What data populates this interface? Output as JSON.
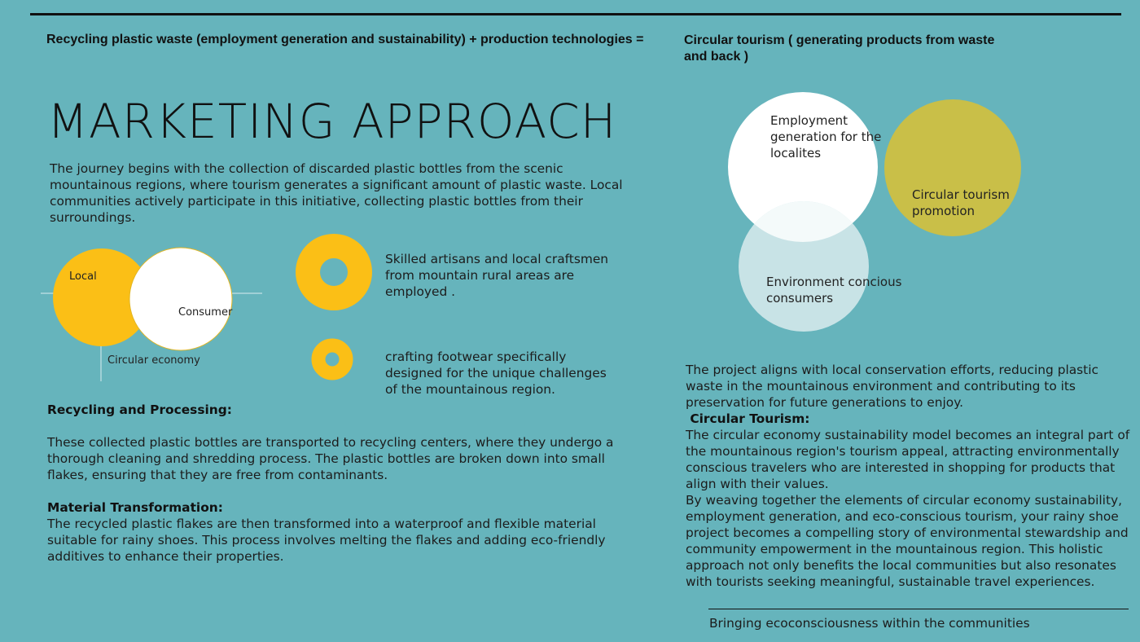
{
  "banner": {
    "left": "Recycling plastic waste (employment generation and sustainability) + production technologies =",
    "right_line1": "Circular tourism ( generating products from waste",
    "right_line2": "and back )"
  },
  "title": "MARKETING APPROACH",
  "intro": "The journey begins with the collection of discarded plastic bottles from the scenic mountainous regions, where tourism generates a significant amount of plastic waste. Local communities actively participate in this initiative, collecting plastic bottles from their surroundings.",
  "small_venn": {
    "local_label": "Local",
    "consumer_label": "Consumer",
    "economy_label": "Circular economy"
  },
  "rings": [
    {
      "text": "Skilled artisans and local craftsmen from mountain rural areas are employed ."
    },
    {
      "text": "crafting footwear specifically designed for the unique challenges of the mountainous region."
    }
  ],
  "recycling": {
    "heading": "Recycling and Processing:",
    "text": "These collected plastic bottles are transported to recycling centers, where they undergo a thorough cleaning and shredding process. The plastic bottles are broken down into small flakes, ensuring that they are free from contaminants."
  },
  "material": {
    "heading": "Material Transformation:",
    "text": "The recycled plastic flakes are then transformed into a waterproof and flexible material suitable for rainy shoes. This process involves melting the flakes and adding eco-friendly additives to enhance their properties."
  },
  "big_venn": {
    "employment_line1": "Employment",
    "employment_line2": "generation for the",
    "employment_line3": "localites",
    "tourism_line1": "Circular tourism",
    "tourism_line2": "promotion",
    "consumers_line1": "Environment concious",
    "consumers_line2": "consumers"
  },
  "right": {
    "conservation": "The project aligns with local conservation efforts, reducing plastic waste in the mountainous environment and contributing to its preservation for future generations to enjoy.",
    "tourism_heading": " Circular Tourism:",
    "tourism_text": "The circular economy sustainability model becomes an integral part of the mountainous region's tourism appeal, attracting environmentally conscious travelers who are interested in shopping for products that align with their values.",
    "weaving_text": "By weaving together the elements of circular economy sustainability, employment generation, and eco-conscious tourism, your rainy shoe project becomes a compelling story of environmental stewardship and community empowerment in the mountainous region. This holistic approach not only benefits the local communities but also resonates with tourists seeking meaningful, sustainable travel experiences."
  },
  "footer": "Bringing ecoconsciousness within the communities",
  "colors": {
    "background": "#66b4bc",
    "yellow": "#fbbf16",
    "olive": "#c9bf48",
    "pale_blue": "#c8e3e6",
    "white": "#ffffff"
  }
}
